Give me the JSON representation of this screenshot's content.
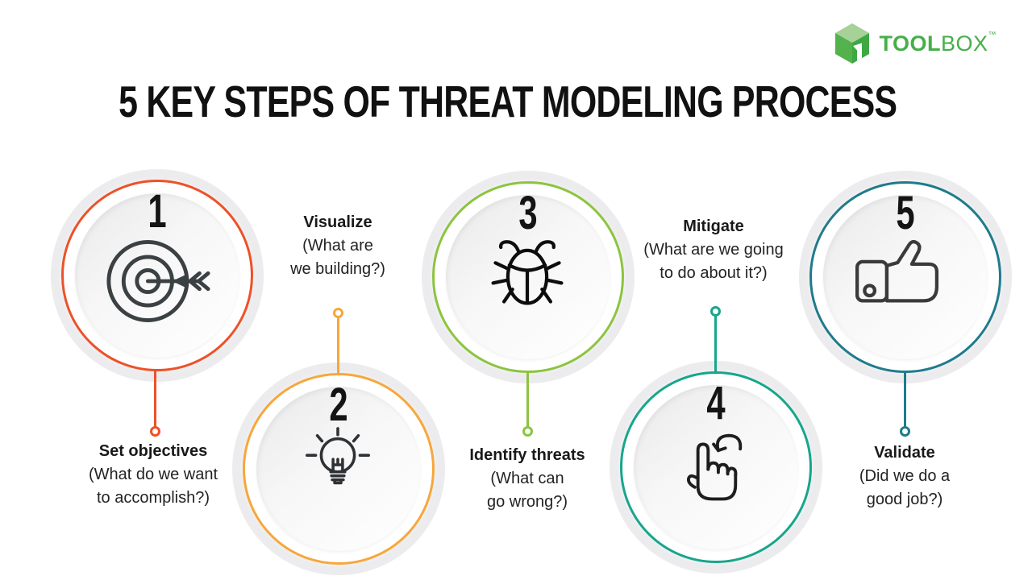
{
  "logo": {
    "brand_bold": "TOOL",
    "brand_light": "BOX",
    "trademark": "™",
    "icon": "toolbox-cube-logo",
    "green": "#45AF49"
  },
  "title": "5 KEY STEPS OF THREAT MODELING PROCESS",
  "steps": [
    {
      "number": "1",
      "label": "Set objectives",
      "sub_lines": [
        "(What do we want",
        "to accomplish?)"
      ],
      "color": "#EE5127",
      "icon": "target-arrow-icon",
      "text_position": "below"
    },
    {
      "number": "2",
      "label": "Visualize",
      "sub_lines": [
        "(What are",
        "we building?)"
      ],
      "color": "#F7A73B",
      "icon": "lightbulb-icon",
      "text_position": "above"
    },
    {
      "number": "3",
      "label": "Identify threats",
      "sub_lines": [
        "(What can",
        "go wrong?)"
      ],
      "color": "#8CC43F",
      "icon": "bug-icon",
      "text_position": "below"
    },
    {
      "number": "4",
      "label": "Mitigate",
      "sub_lines": [
        "(What are we going",
        "to do about it?)"
      ],
      "color": "#17A68C",
      "icon": "tap-rotate-icon",
      "text_position": "above"
    },
    {
      "number": "5",
      "label": "Validate",
      "sub_lines": [
        "(Did we do a",
        "good job?)"
      ],
      "color": "#1F7B8C",
      "icon": "thumbs-up-icon",
      "text_position": "below"
    }
  ]
}
